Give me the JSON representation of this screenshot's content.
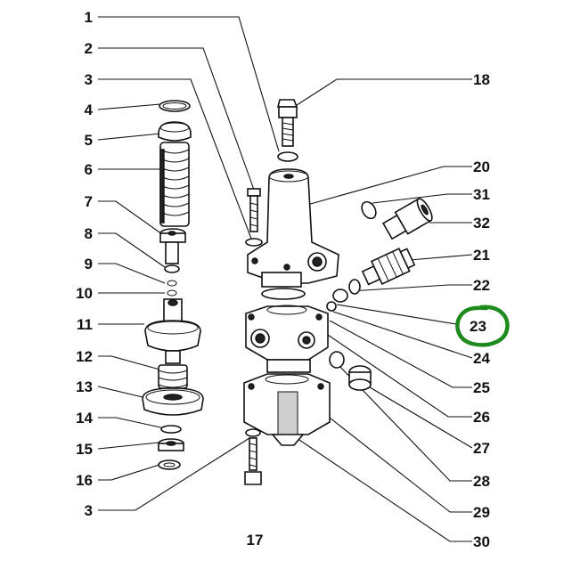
{
  "callouts": [
    {
      "id": "c1",
      "label": "1"
    },
    {
      "id": "c2",
      "label": "2"
    },
    {
      "id": "c3a",
      "label": "3"
    },
    {
      "id": "c4",
      "label": "4"
    },
    {
      "id": "c5",
      "label": "5"
    },
    {
      "id": "c6",
      "label": "6"
    },
    {
      "id": "c7",
      "label": "7"
    },
    {
      "id": "c8",
      "label": "8"
    },
    {
      "id": "c9",
      "label": "9"
    },
    {
      "id": "c10",
      "label": "10"
    },
    {
      "id": "c11",
      "label": "11"
    },
    {
      "id": "c12",
      "label": "12"
    },
    {
      "id": "c13",
      "label": "13"
    },
    {
      "id": "c14",
      "label": "14"
    },
    {
      "id": "c15",
      "label": "15"
    },
    {
      "id": "c16",
      "label": "16"
    },
    {
      "id": "c3b",
      "label": "3"
    },
    {
      "id": "c17",
      "label": "17"
    },
    {
      "id": "c18",
      "label": "18"
    },
    {
      "id": "c20",
      "label": "20"
    },
    {
      "id": "c31",
      "label": "31"
    },
    {
      "id": "c32",
      "label": "32"
    },
    {
      "id": "c21",
      "label": "21"
    },
    {
      "id": "c22",
      "label": "22"
    },
    {
      "id": "c23",
      "label": "23"
    },
    {
      "id": "c24",
      "label": "24"
    },
    {
      "id": "c25",
      "label": "25"
    },
    {
      "id": "c26",
      "label": "26"
    },
    {
      "id": "c27",
      "label": "27"
    },
    {
      "id": "c28",
      "label": "28"
    },
    {
      "id": "c29",
      "label": "29"
    },
    {
      "id": "c30",
      "label": "30"
    }
  ],
  "highlight": {
    "callout": "23",
    "color": "#1e8a1e"
  },
  "colors": {
    "ink": "#111111",
    "background": "#ffffff"
  }
}
